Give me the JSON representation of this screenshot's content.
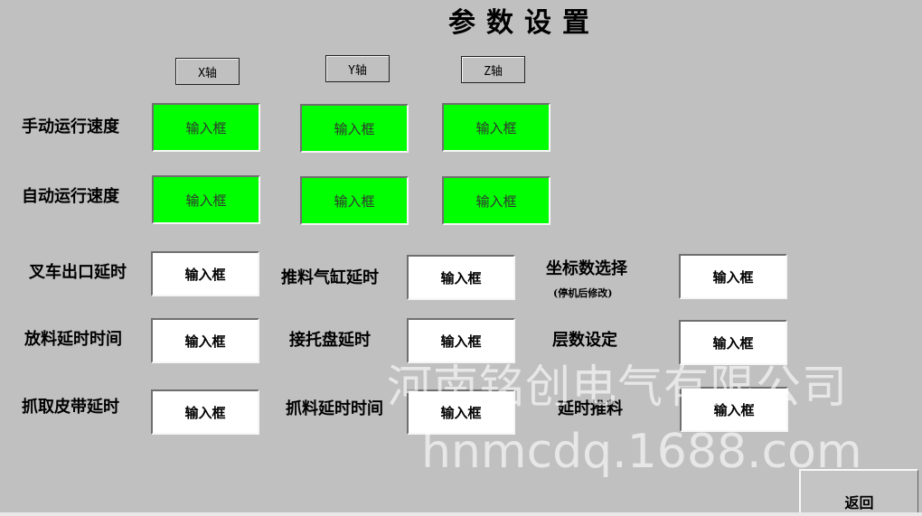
{
  "page": {
    "title": "参数设置"
  },
  "axes": [
    "X轴",
    "Y轴",
    "Z轴"
  ],
  "speed_rows": [
    {
      "label": "手动运行速度",
      "fields": [
        "输入框",
        "输入框",
        "输入框"
      ]
    },
    {
      "label": "自动运行速度",
      "fields": [
        "输入框",
        "输入框",
        "输入框"
      ]
    }
  ],
  "params": {
    "fork_exit_delay": {
      "label": "叉车出口延时",
      "value": "输入框"
    },
    "push_cyl_delay": {
      "label": "推料气缸延时",
      "value": "输入框"
    },
    "coord_select": {
      "label": "坐标数选择",
      "note": "(停机后修改)",
      "value": "输入框"
    },
    "discharge_delay": {
      "label": "放料延时时间",
      "value": "输入框"
    },
    "tray_delay": {
      "label": "接托盘延时",
      "value": "输入框"
    },
    "layer_setting": {
      "label": "层数设定",
      "value": "输入框"
    },
    "belt_grab_delay": {
      "label": "抓取皮带延时",
      "value": "输入框"
    },
    "grab_delay_time": {
      "label": "抓料延时时间",
      "value": "输入框"
    },
    "delay_push": {
      "label": "延时推料",
      "value": "输入框"
    }
  },
  "buttons": {
    "return": "返回"
  },
  "watermark": {
    "company": "河南铭创电气有限公司",
    "url": "hnmcdq.1688.com"
  },
  "colors": {
    "background": "#c0c0c0",
    "speed_field": "#00ff00",
    "param_field": "#ffffff"
  }
}
